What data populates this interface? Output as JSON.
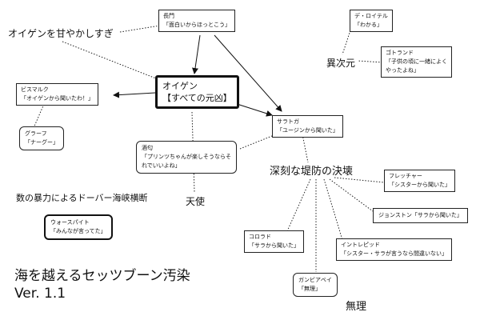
{
  "nodes": {
    "nagato": {
      "name": "長門",
      "quote": "「面白いからほっとこう」"
    },
    "oigen_sweet": {
      "text": "オイゲンを甘やかしすぎ"
    },
    "de_ruyter": {
      "name": "デ・ロイテル",
      "quote": "「わかる」"
    },
    "gotland": {
      "name": "ゴトランド",
      "quote1": "「子供の頃に一緒によく",
      "quote2": "やったよね」"
    },
    "isekai": {
      "text": "異次元"
    },
    "bismarck": {
      "name": "ビスマルク",
      "quote": "「オイゲンから聞いたわ！」"
    },
    "oigen": {
      "name": "オイゲン",
      "quote": "【すべての元凶】"
    },
    "graf": {
      "name": "グラーフ",
      "quote": "「ナーグー」"
    },
    "saratoga": {
      "name": "サラトガ",
      "quote": "「ユージンから聞いた」"
    },
    "sakawa": {
      "name": "酒匂",
      "quote1": "「プリンツちゃんが楽しそうならそ",
      "quote2": "れでいいよね」"
    },
    "levee": {
      "text": "深刻な堤防の決壊"
    },
    "fletcher": {
      "name": "フレッチャー",
      "quote": "「シスターから聞いた」"
    },
    "dover": {
      "text": "数の暴力によるドーバー海峡横断"
    },
    "tenshi": {
      "text": "天使"
    },
    "johnston": {
      "text": "ジョンストン「サラから聞いた」"
    },
    "warspite": {
      "name": "ウォースパイト",
      "quote": "「みんなが言ってた」"
    },
    "colorado": {
      "name": "コロラド",
      "quote": "「サラから聞いた」"
    },
    "intrepid": {
      "name": "イントレピッド",
      "quote": "「シスター・サラが言うなら間違いない」"
    },
    "title": {
      "text": "海を越えるセッツブーン汚染"
    },
    "gambier": {
      "name": "ガンビアベイ",
      "quote": "「無理」"
    },
    "version": {
      "text": "Ver. 1.1"
    },
    "muri": {
      "text": "無理"
    }
  }
}
